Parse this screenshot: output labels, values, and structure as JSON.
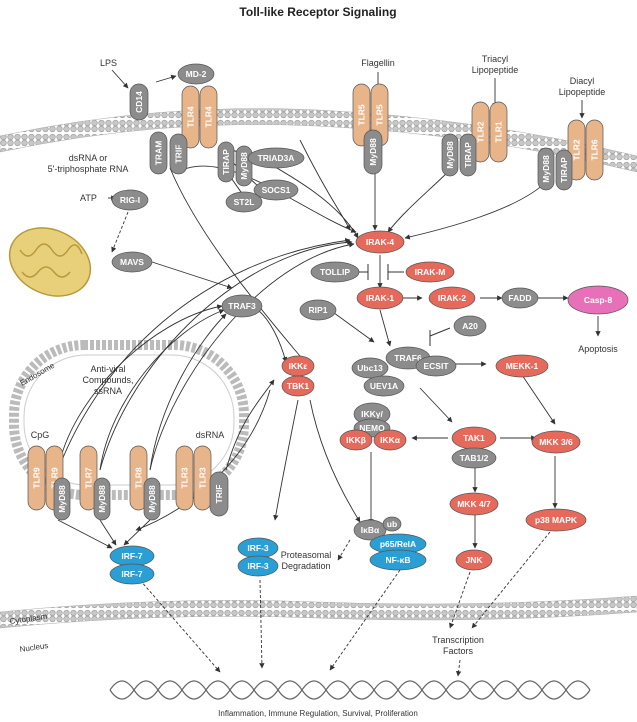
{
  "title": "Toll-like Receptor Signaling",
  "ligands": {
    "lps": "LPS",
    "flagellin": "Flagellin",
    "triacyl_1": "Triacyl",
    "triacyl_2": "Lipopeptide",
    "diacyl_1": "Diacyl",
    "diacyl_2": "Lipopeptide",
    "dsrna_rig_1": "dsRNA or",
    "dsrna_rig_2": "5'-triphosphate RNA",
    "atp": "ATP",
    "antiviral_1": "Anti-viral",
    "antiviral_2": "Compounds,",
    "antiviral_3": "ssRNA",
    "cpg": "CpG",
    "dsrna": "dsRNA"
  },
  "receptors": {
    "cd14": "CD14",
    "md2": "MD-2",
    "tlr4": "TLR4",
    "tlr5": "TLR5",
    "tlr2": "TLR2",
    "tlr1": "TLR1",
    "tlr6": "TLR6",
    "tlr9": "TLR9",
    "tlr7": "TLR7",
    "tlr8": "TLR8",
    "tlr3": "TLR3"
  },
  "adaptors": {
    "tram": "TRAM",
    "trif": "TRIF",
    "tirap": "TIRAP",
    "myd88": "MyD88"
  },
  "regulators": {
    "triad3a": "TRIAD3A",
    "socs1": "SOCS1",
    "st2l": "ST2L",
    "tollip": "TOLLIP",
    "irak_m": "IRAK-M",
    "a20": "A20"
  },
  "nodes": {
    "rig_i": "RIG-I",
    "mavs": "MAVS",
    "traf3": "TRAF3",
    "rip1": "RIP1",
    "irak4": "IRAK-4",
    "irak1": "IRAK-1",
    "irak2": "IRAK-2",
    "fadd": "FADD",
    "casp8": "Casp-8",
    "traf6": "TRAF6",
    "ubc13": "Ubc13",
    "uev1a": "UEV1A",
    "ecsit": "ECSIT",
    "mekk1": "MEKK-1",
    "ikke": "IKKε",
    "tbk1": "TBK1",
    "ikkg": "IKKγ/",
    "nemo": "NEMO",
    "ikkb": "IKKβ",
    "ikka": "IKKα",
    "tak1": "TAK1",
    "tab12": "TAB1/2",
    "mkk36": "MKK 3/6",
    "mkk47": "MKK 4/7",
    "p38": "p38 MAPK",
    "jnk": "JNK",
    "ikba": "IκBα",
    "ub": "ub",
    "p65": "p65/RelA",
    "nfkb": "NF-κB",
    "irf7": "IRF-7",
    "irf3": "IRF-3"
  },
  "labels": {
    "apoptosis": "Apoptosis",
    "proteasomal_1": "Proteasomal",
    "proteasomal_2": "Degradation",
    "endosome": "Endosome",
    "cytoplasm": "Cytoplasm",
    "nucleus": "Nucleus",
    "transcription_1": "Transcription",
    "transcription_2": "Factors",
    "outcome": "Inflammation, Immune Regulation, Survival, Proliferation"
  },
  "colors": {
    "receptor": "#e8b48a",
    "adaptor": "#8c8c8c",
    "kinase": "#e56a5c",
    "irf": "#2a9fd6",
    "casp": "#e870b8",
    "membrane": "#bdbdbd"
  }
}
